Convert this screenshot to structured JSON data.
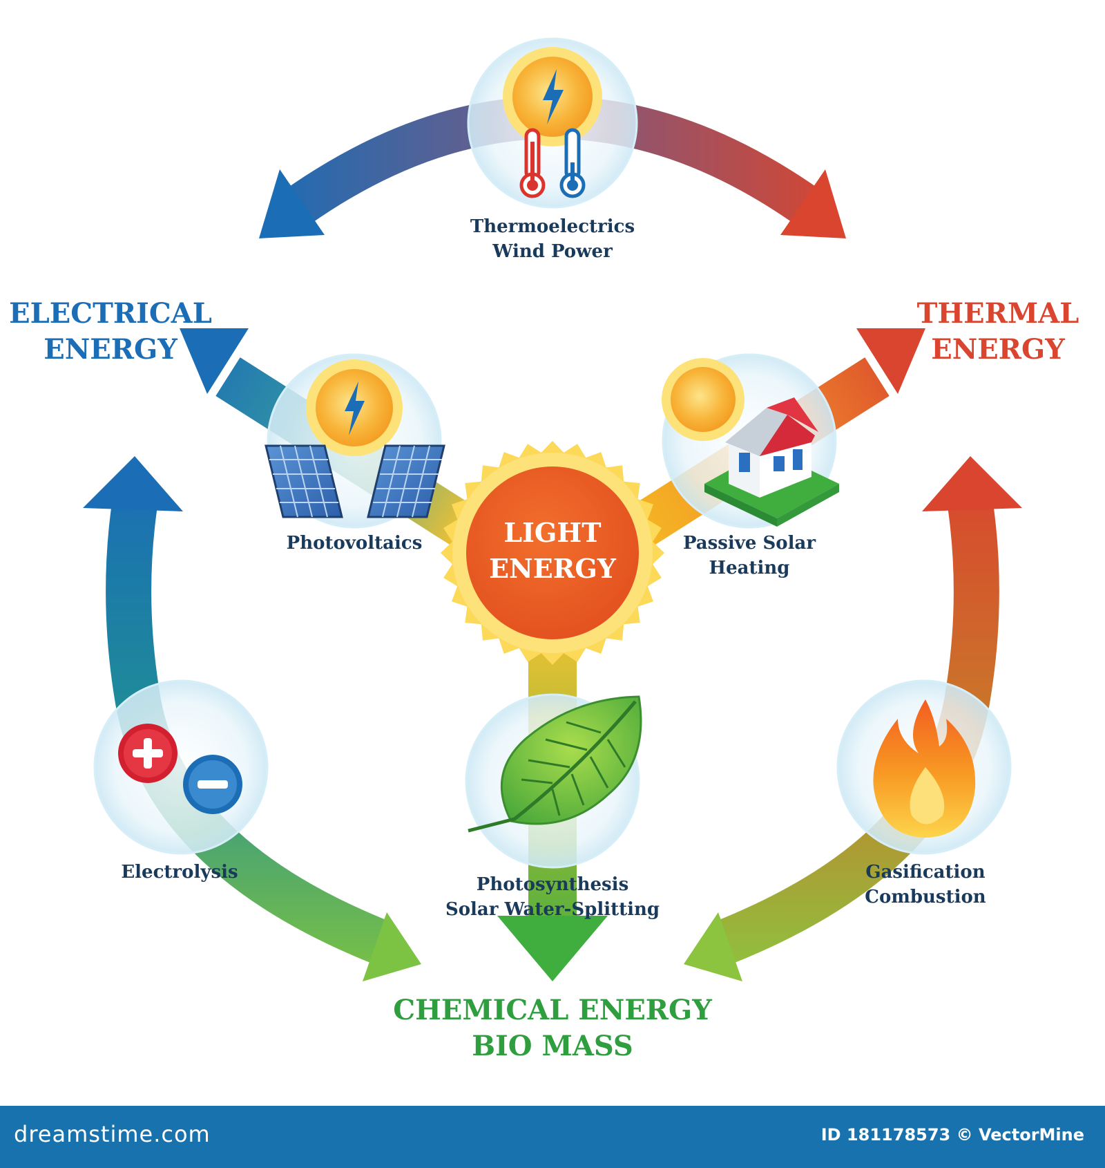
{
  "nodes": {
    "center": {
      "line1": "LIGHT",
      "line2": "ENERGY"
    },
    "electrical": {
      "line1": "ELECTRICAL",
      "line2": "ENERGY"
    },
    "thermal": {
      "line1": "THERMAL",
      "line2": "ENERGY"
    },
    "chemical": {
      "line1": "CHEMICAL ENERGY",
      "line2": "BIO MASS"
    }
  },
  "processes": {
    "top": {
      "line1": "Thermoelectrics",
      "line2": "Wind Power"
    },
    "pv": {
      "line1": "Photovoltaics"
    },
    "passive": {
      "line1": "Passive Solar",
      "line2": "Heating"
    },
    "photosynthesis": {
      "line1": "Photosynthesis",
      "line2": "Solar Water-Splitting"
    },
    "electrolysis": {
      "line1": "Electrolysis"
    },
    "gasification": {
      "line1": "Gasification",
      "line2": "Combustion"
    }
  },
  "colors": {
    "electrical": "#1b6db5",
    "thermal": "#d9452e",
    "chemical": "#2e9e3e",
    "light": "#e95a22",
    "sun": "#f7b733"
  },
  "footer": {
    "brand": "dreamstime.com",
    "id": "ID 181178573 © VectorMine"
  }
}
